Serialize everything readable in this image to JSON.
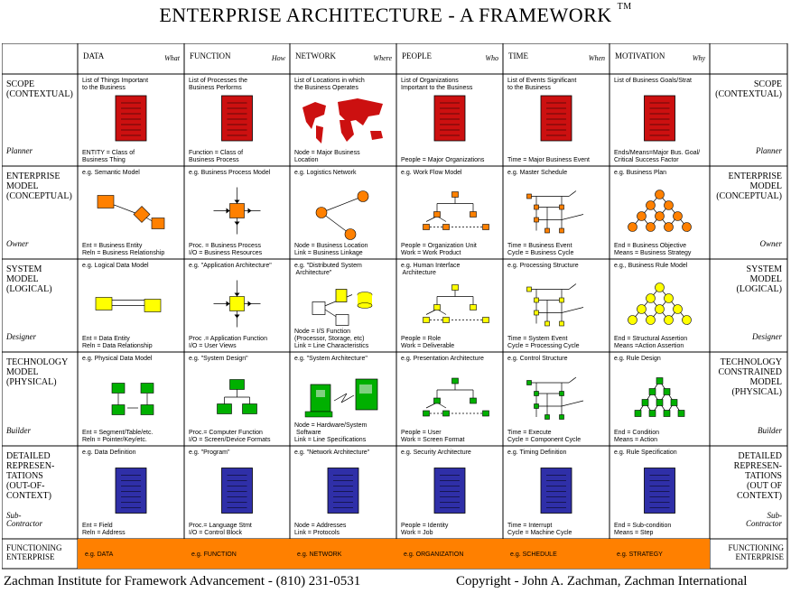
{
  "title": "ENTERPRISE ARCHITECTURE - A FRAMEWORK",
  "trademark": "TM",
  "columns": [
    {
      "name": "DATA",
      "question": "What"
    },
    {
      "name": "FUNCTION",
      "question": "How"
    },
    {
      "name": "NETWORK",
      "question": "Where"
    },
    {
      "name": "PEOPLE",
      "question": "Who"
    },
    {
      "name": "TIME",
      "question": "When"
    },
    {
      "name": "MOTIVATION",
      "question": "Why"
    }
  ],
  "rows": [
    {
      "label": "SCOPE\n(CONTEXTUAL)",
      "role": "Planner",
      "right_label": "SCOPE\n(CONTEXTUAL)",
      "cells": [
        {
          "top": "List of Things Important\nto the Business",
          "bottom": "ENTITY = Class of\nBusiness Thing"
        },
        {
          "top": "List of Processes the\nBusiness Performs",
          "bottom": "Function = Class of\nBusiness Process"
        },
        {
          "top": "List of Locations in which\nthe Business Operates",
          "bottom": "Node = Major Business\nLocation"
        },
        {
          "top": "List of Organizations\nImportant to the Business",
          "bottom": "People = Major Organizations"
        },
        {
          "top": "List of Events Significant\nto the Business",
          "bottom": "Time = Major Business Event"
        },
        {
          "top": "List of Business Goals/Strat",
          "bottom": "Ends/Means=Major Bus. Goal/\nCritical Success Factor"
        }
      ]
    },
    {
      "label": "ENTERPRISE\nMODEL\n(CONCEPTUAL)",
      "role": "Owner",
      "right_label": "ENTERPRISE\nMODEL\n(CONCEPTUAL)",
      "cells": [
        {
          "top": "e.g. Semantic Model",
          "bottom": "Ent = Business Entity\nReln = Business Relationship"
        },
        {
          "top": "e.g. Business Process Model",
          "bottom": "Proc. = Business Process\nI/O = Business Resources"
        },
        {
          "top": "e.g. Logistics Network",
          "bottom": "Node = Business Location\nLink = Business Linkage"
        },
        {
          "top": "e.g. Work Flow Model",
          "bottom": "People = Organization Unit\nWork = Work Product"
        },
        {
          "top": "e.g. Master Schedule",
          "bottom": "Time = Business Event\nCycle = Business Cycle"
        },
        {
          "top": "e.g. Business Plan",
          "bottom": "End = Business Objective\nMeans = Business Strategy"
        }
      ]
    },
    {
      "label": "SYSTEM\nMODEL\n(LOGICAL)",
      "role": "Designer",
      "right_label": "SYSTEM\nMODEL\n(LOGICAL)",
      "cells": [
        {
          "top": "e.g. Logical Data Model",
          "bottom": "Ent = Data Entity\nReln = Data Relationship"
        },
        {
          "top": "e.g. \"Application Architecture\"",
          "bottom": "Proc .= Application Function\nI/O = User Views"
        },
        {
          "top": "e.g. \"Distributed System\n         Architecture\"",
          "bottom": "Node = I/S Function\n(Processor, Storage, etc)\nLink = Line Characteristics"
        },
        {
          "top": "e.g. Human Interface\n             Architecture",
          "bottom": "People = Role\nWork = Deliverable"
        },
        {
          "top": "e.g. Processing Structure",
          "bottom": "Time = System Event\nCycle = Processing Cycle"
        },
        {
          "top": "e.g., Business Rule Model",
          "bottom": "End = Structural Assertion\nMeans =Action Assertion"
        }
      ]
    },
    {
      "label": "TECHNOLOGY\nMODEL\n(PHYSICAL)",
      "role": "Builder",
      "right_label": "TECHNOLOGY\nCONSTRAINED\nMODEL\n(PHYSICAL)",
      "cells": [
        {
          "top": "e.g. Physical Data Model",
          "bottom": "Ent = Segment/Table/etc.\nReln = Pointer/Key/etc."
        },
        {
          "top": "e.g. \"System Design\"",
          "bottom": "Proc.= Computer Function\nI/O = Screen/Device Formats"
        },
        {
          "top": "e.g. \"System Architecture\"",
          "bottom": "Node = Hardware/System\n           Software\nLink = Line Specifications"
        },
        {
          "top": "e.g. Presentation Architecture",
          "bottom": "People = User\nWork = Screen Format"
        },
        {
          "top": "e.g. Control Structure",
          "bottom": "Time = Execute\nCycle = Component Cycle"
        },
        {
          "top": "e.g. Rule Design",
          "bottom": "End = Condition\nMeans = Action"
        }
      ]
    },
    {
      "label": "DETAILED\nREPRESEN-\nTATIONS\n(OUT-OF-\nCONTEXT)",
      "role": "Sub-\nContractor",
      "right_label": "DETAILED\nREPRESEN-\nTATIONS\n(OUT OF\nCONTEXT)",
      "cells": [
        {
          "top": "e.g. Data Definition",
          "bottom": "Ent = Field\nReln = Address"
        },
        {
          "top": "e.g. \"Program\"",
          "bottom": "Proc.= Language Stmt\nI/O = Control Block"
        },
        {
          "top": "e.g. \"Network Architecture\"",
          "bottom": "Node = Addresses\nLink = Protocols"
        },
        {
          "top": "e.g. Security Architecture",
          "bottom": "People = Identity\nWork = Job"
        },
        {
          "top": "e.g. Timing Definition",
          "bottom": "Time = Interrupt\nCycle = Machine Cycle"
        },
        {
          "top": "e.g. Rule Specification",
          "bottom": "End = Sub-condition\nMeans = Step"
        }
      ]
    }
  ],
  "functioning": {
    "label": "FUNCTIONING\nENTERPRISE",
    "right_label": "FUNCTIONING\nENTERPRISE",
    "cells": [
      "e.g. DATA",
      "e.g. FUNCTION",
      "e.g. NETWORK",
      "e.g. ORGANIZATION",
      "e.g. SCHEDULE",
      "e.g. STRATEGY"
    ]
  },
  "footer_left": "Zachman Institute for Framework Advancement - (810) 231-0531",
  "footer_right": "Copyright - John A. Zachman, Zachman International",
  "colors": {
    "red": "#cc1010",
    "orange": "#ff8000",
    "yellow": "#ffff00",
    "green": "#00b000",
    "navy": "#2f2fa8",
    "line": "#000000"
  }
}
